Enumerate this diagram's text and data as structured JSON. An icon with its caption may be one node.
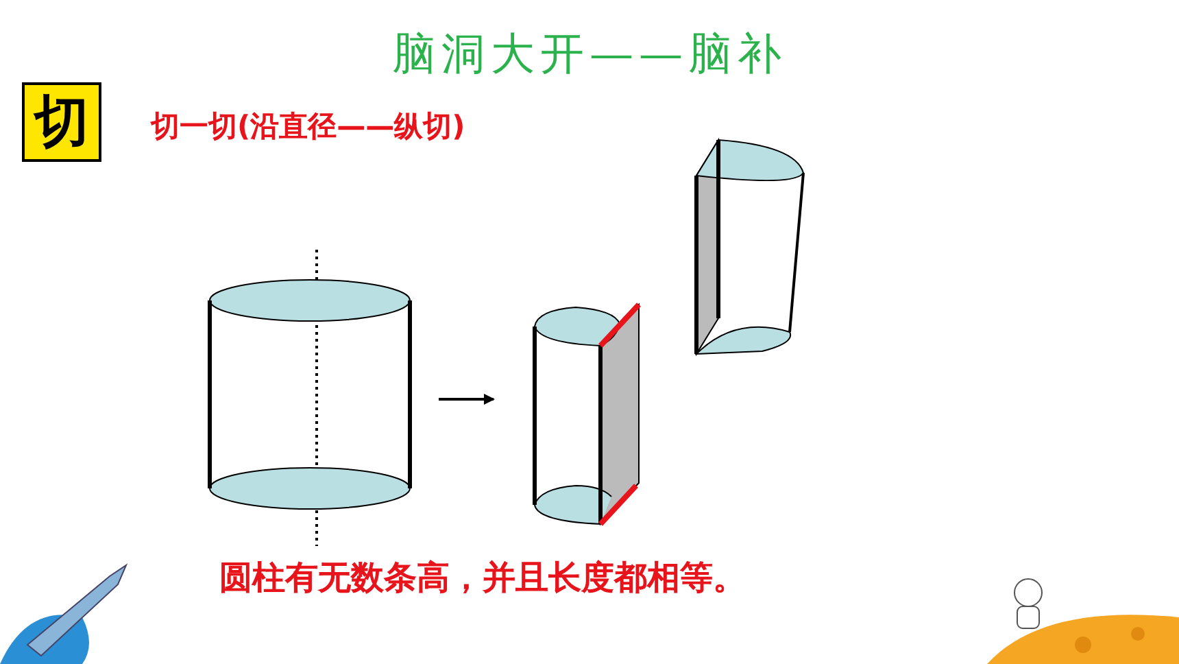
{
  "diagram": {
    "title": "脑洞大开——脑补",
    "nodes": [
      {
        "text": [],
        "shape": "cylinder"
      },
      {
        "text": [],
        "shape": "picture"
      },
      {
        "text": [],
        "shape": "picture"
      }
    ],
    "edges": [
      {
        "from": 0,
        "to": 1,
        "arrow": "to"
      }
    ],
    "labels": [
      "切",
      "切一切(沿直径——纵切)",
      "圆柱有无数条高，并且长度都相等。"
    ]
  }
}
